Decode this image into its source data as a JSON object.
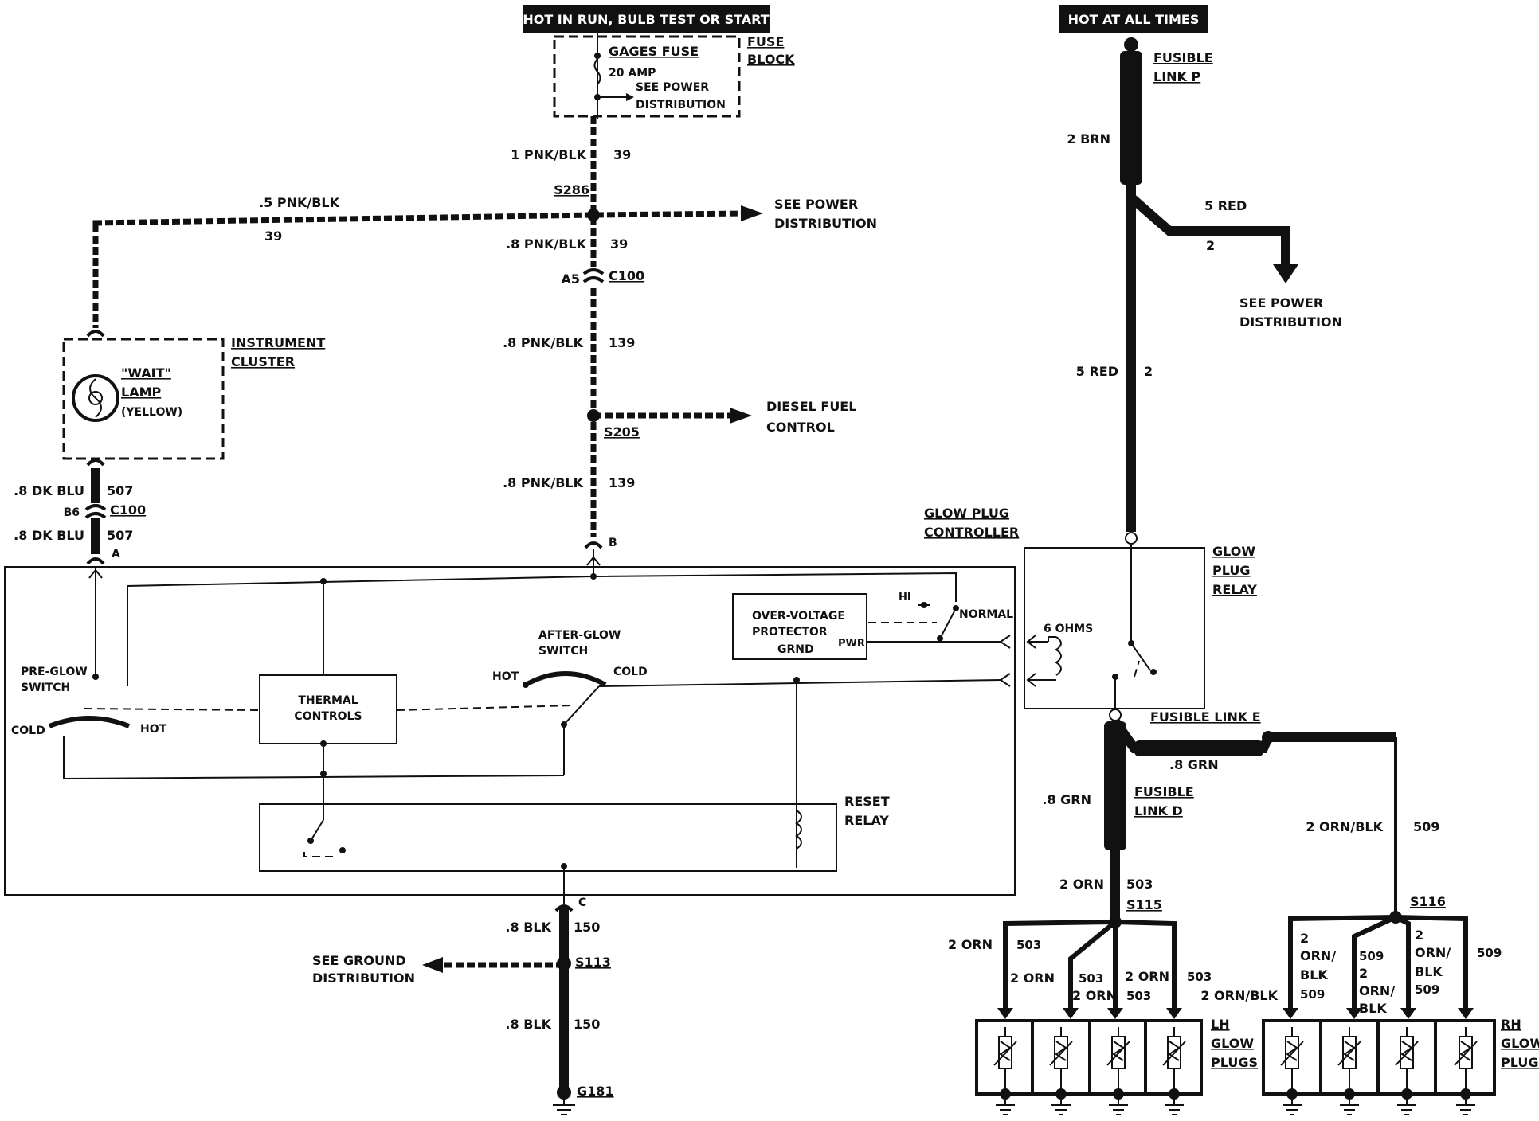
{
  "headers": {
    "hot_in_run": "HOT IN RUN, BULB TEST OR START",
    "hot_at_all_times": "HOT AT ALL TIMES"
  },
  "fuse_block": {
    "label_line1": "FUSE",
    "label_line2": "BLOCK",
    "fuse_name": "GAGES FUSE",
    "fuse_rating": "20 AMP",
    "see_line1": "SEE POWER",
    "see_line2": "DISTRIBUTION"
  },
  "wires": {
    "w_1pnkblk": "1 PNK/BLK",
    "c39a": "39",
    "s286": "S286",
    "w_5pnkblk": ".5 PNK/BLK",
    "c39b": "39",
    "see_power_1": "SEE POWER",
    "distribution_1": "DISTRIBUTION",
    "w_8pnkblk_a": ".8 PNK/BLK",
    "c39c": "39",
    "a5": "A5",
    "c100_a": "C100",
    "w_8pnkblk_b": ".8 PNK/BLK",
    "c139a": "139",
    "diesel_fuel": "DIESEL FUEL",
    "control": "CONTROL",
    "s205": "S205",
    "w_8pnkblk_c": ".8 PNK/BLK",
    "c139b": "139",
    "pin_b": "B",
    "w_8dkblu_a": ".8 DK BLU",
    "c507a": "507",
    "b6": "B6",
    "c100_b": "C100",
    "w_8dkblu_b": ".8 DK BLU",
    "c507b": "507",
    "pin_a": "A",
    "pin_c": "C",
    "w_8blk_a": ".8 BLK",
    "c150a": "150",
    "see_ground_1": "SEE GROUND",
    "see_ground_2": "DISTRIBUTION",
    "s113": "S113",
    "w_8blk_b": ".8 BLK",
    "c150b": "150",
    "g181": "G181"
  },
  "instrument_cluster": {
    "label_line1": "INSTRUMENT",
    "label_line2": "CLUSTER",
    "lamp_line1": "\"WAIT\"",
    "lamp_line2": "LAMP",
    "lamp_line3": "(YELLOW)"
  },
  "controller": {
    "label_line1": "GLOW PLUG",
    "label_line2": "CONTROLLER",
    "pre_glow_1": "PRE-GLOW",
    "pre_glow_2": "SWITCH",
    "cold_left": "COLD",
    "hot_left": "HOT",
    "thermal_1": "THERMAL",
    "thermal_2": "CONTROLS",
    "after_glow_1": "AFTER-GLOW",
    "after_glow_2": "SWITCH",
    "hot_mid": "HOT",
    "cold_mid": "COLD",
    "ovp_1": "OVER-VOLTAGE",
    "ovp_2": "PROTECTOR",
    "ovp_3": "GRND",
    "pwr": "PWR",
    "hi": "HI",
    "normal": "NORMAL",
    "reset_1": "RESET",
    "reset_2": "RELAY"
  },
  "right": {
    "fusible_p_1": "FUSIBLE",
    "fusible_p_2": "LINK P",
    "w_2brn": "2 BRN",
    "w_5red_a": "5 RED",
    "c2a": "2",
    "see_power_1": "SEE POWER",
    "distribution_1": "DISTRIBUTION",
    "w_5red_b": "5 RED",
    "c2b": "2",
    "relay_1": "GLOW",
    "relay_2": "PLUG",
    "relay_3": "RELAY",
    "ohms": "6 OHMS",
    "fusible_e": "FUSIBLE LINK E",
    "w_8grn_a": ".8 GRN",
    "w_8grn_b": ".8 GRN",
    "fusible_d_1": "FUSIBLE",
    "fusible_d_2": "LINK D",
    "w_2ornblk": "2 ORN/BLK",
    "c509": "509",
    "w_2orn": "2 ORN",
    "c503": "503",
    "s115": "S115",
    "s116": "S116"
  },
  "lh_branches": {
    "a_wire": "2 ORN",
    "a_circ": "503",
    "b_wire": "2 ORN",
    "b_circ": "503",
    "c_wire": "2 ORN",
    "c_circ": "503",
    "d_wire": "2 ORN",
    "d_circ": "503"
  },
  "rh_branches": {
    "a_wire": "2 ORN/BLK",
    "b1": "2",
    "b2": "ORN/",
    "b3": "BLK",
    "b4": "509",
    "c1": "509",
    "c2": "2",
    "c3": "ORN/",
    "c4": "BLK",
    "d1": "2",
    "d2": "ORN/",
    "d3": "BLK",
    "d4": "509",
    "e_circ": "509"
  },
  "glow_plugs": {
    "lh_1": "LH",
    "lh_2": "GLOW",
    "lh_3": "PLUGS",
    "rh_1": "RH",
    "rh_2": "GLOW",
    "rh_3": "PLUGS"
  }
}
